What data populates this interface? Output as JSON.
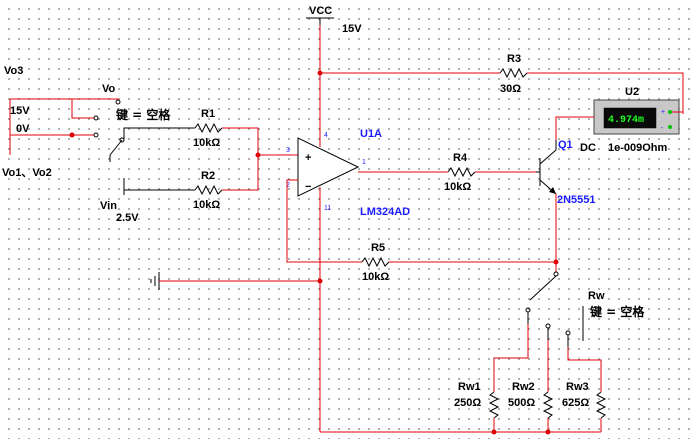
{
  "supply": {
    "vcc_name": "VCC",
    "vcc_value": "15V"
  },
  "switch_vo": {
    "name": "Vo",
    "key_hint": "键 = 空格",
    "top_name": "Vo3",
    "in1_value": "15V",
    "in2_value": "0V",
    "bottom_label": "Vo1、Vo2"
  },
  "vin": {
    "name": "Vin",
    "value": "2.5V"
  },
  "r1": {
    "name": "R1",
    "value": "10kΩ"
  },
  "r2": {
    "name": "R2",
    "value": "10kΩ"
  },
  "r3": {
    "name": "R3",
    "value": "30Ω"
  },
  "r4": {
    "name": "R4",
    "value": "10kΩ"
  },
  "r5": {
    "name": "R5",
    "value": "10kΩ"
  },
  "opamp": {
    "name": "U1A",
    "model": "LM324AD",
    "pins": {
      "vplus_supply": "4",
      "noninv": "3",
      "inv": "2",
      "out": "1",
      "vminus_supply": "11"
    }
  },
  "ohmmeter": {
    "name": "U2",
    "reading": "4.974m",
    "mode": "DC",
    "setting": "1e-009Ohm"
  },
  "transistor": {
    "name": "Q1",
    "model": "2N5551"
  },
  "switch_rw": {
    "name": "Rw",
    "key_hint": "键 = 空格"
  },
  "rw1": {
    "name": "Rw1",
    "value": "250Ω"
  },
  "rw2": {
    "name": "Rw2",
    "value": "500Ω"
  },
  "rw3": {
    "name": "Rw3",
    "value": "625Ω"
  }
}
